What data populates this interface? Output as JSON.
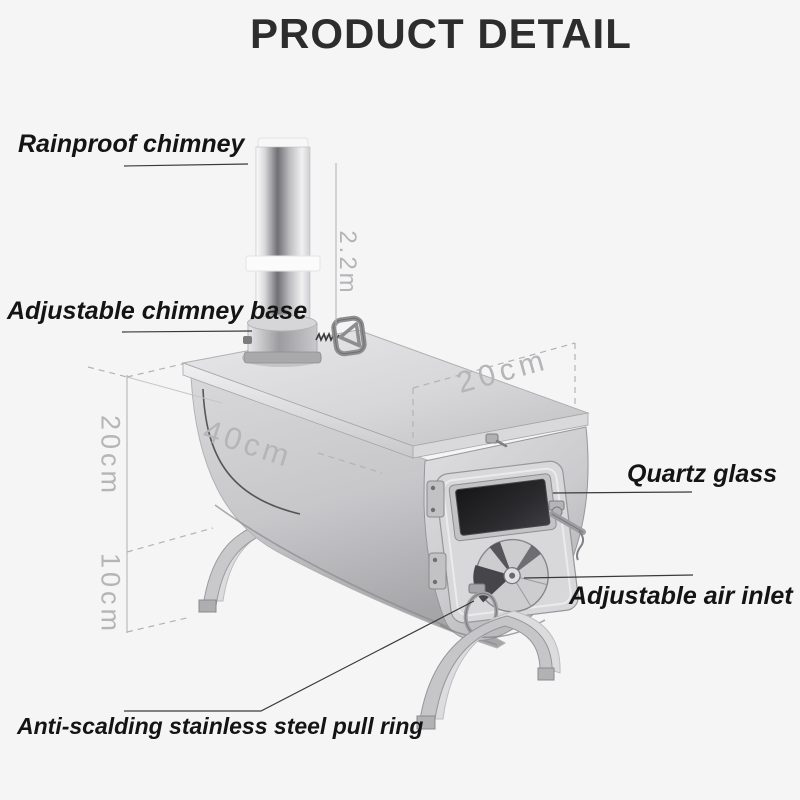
{
  "title": "PRODUCT DETAIL",
  "labels": {
    "rainproof_chimney": "Rainproof chimney",
    "adjustable_chimney_base": "Adjustable chimney base",
    "quartz_glass": "Quartz glass",
    "adjustable_air_inlet": "Adjustable air inlet",
    "pull_ring": "Anti-scalding stainless steel pull ring"
  },
  "dimensions": {
    "chimney_height": "2.2m",
    "top_width": "20cm",
    "body_length": "40cm",
    "body_height": "20cm",
    "leg_height": "10cm"
  },
  "colors": {
    "background": "#f5f5f6",
    "title_text": "#2d2d2d",
    "label_text": "#141414",
    "dimension_text": "#b5b5b7",
    "leader_line": "#3a3a3a",
    "dashed_line": "#b3b3b5",
    "stove_metal_light": "#e3e3e5",
    "stove_metal_dark": "#a8a8ab",
    "glass": "#1e1e20"
  }
}
